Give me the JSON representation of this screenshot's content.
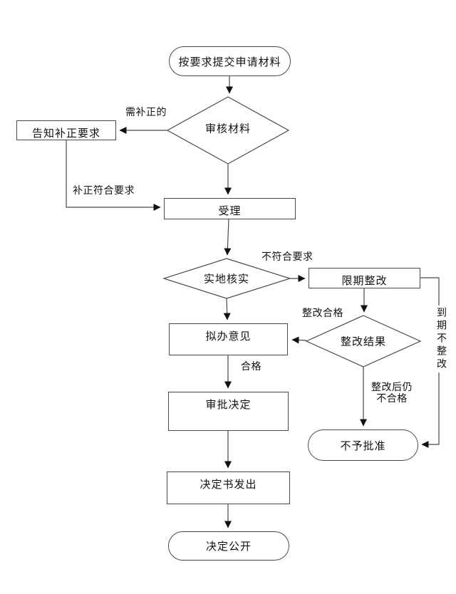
{
  "diagram": {
    "type": "flowchart",
    "colors": {
      "background": "#ffffff",
      "shape_stroke": "#4a4a4a",
      "arrow": "#4a4a4a",
      "arrowhead_fill": "#111111",
      "text": "#111111"
    },
    "nodes": {
      "start": "按要求提交申请材料",
      "review": "审核材料",
      "notify": "告知补正要求",
      "accept": "受理",
      "verify": "实地核实",
      "rectify": "限期整改",
      "result": "整改结果",
      "opinion": "拟办意见",
      "approve": "审批决定",
      "deny": "不予批准",
      "issue": "决定书发出",
      "publish": "决定公开"
    },
    "labels": {
      "need_correction": "需补正的",
      "correction_ok": "补正符合要求",
      "not_compliant": "不符合要求",
      "rectified_ok": "整改合格",
      "qualified": "合格",
      "still_failed": "整改后仍\n不合格",
      "overdue": "到期不整改"
    }
  }
}
